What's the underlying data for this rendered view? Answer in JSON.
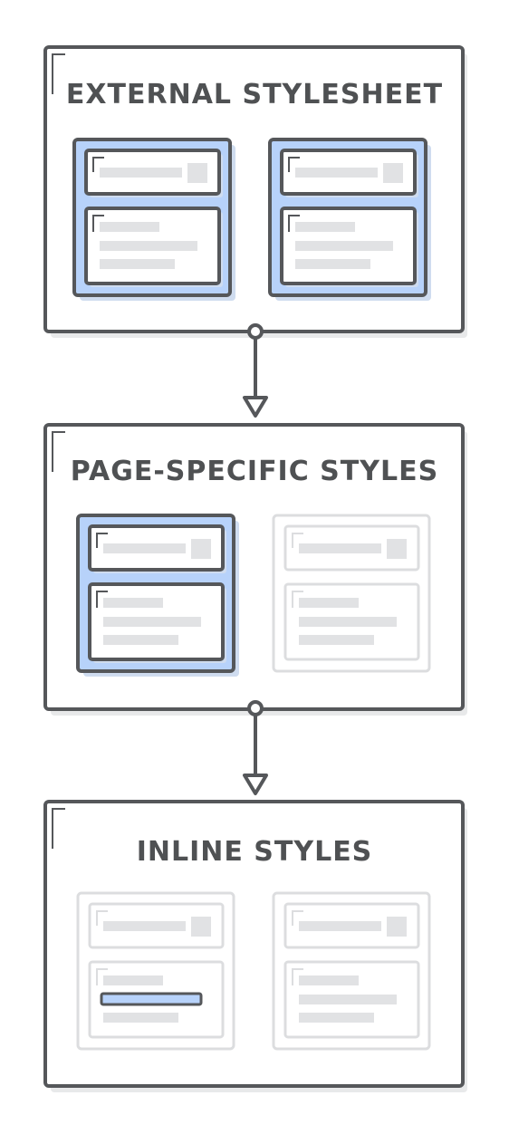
{
  "panels": [
    {
      "title": "EXTERNAL STYLESHEET",
      "active_cards": [
        true,
        true
      ]
    },
    {
      "title": "PAGE-SPECIFIC STYLES",
      "active_cards": [
        true,
        false
      ]
    },
    {
      "title": "INLINE STYLES",
      "active_cards": [
        false,
        false
      ],
      "inline_highlight": true
    }
  ],
  "colors": {
    "outline": "#55575a",
    "shadow": "#e8e9ea",
    "active_fill": "#b7d2fa",
    "active_shadow": "#cfdcef",
    "inactive_outline": "#dcdddf",
    "placeholder": "#e1e2e4",
    "highlight_bar": "#b7d2fa"
  },
  "icons": [
    "flow-arrow-down-icon",
    "corner-mark-icon"
  ]
}
